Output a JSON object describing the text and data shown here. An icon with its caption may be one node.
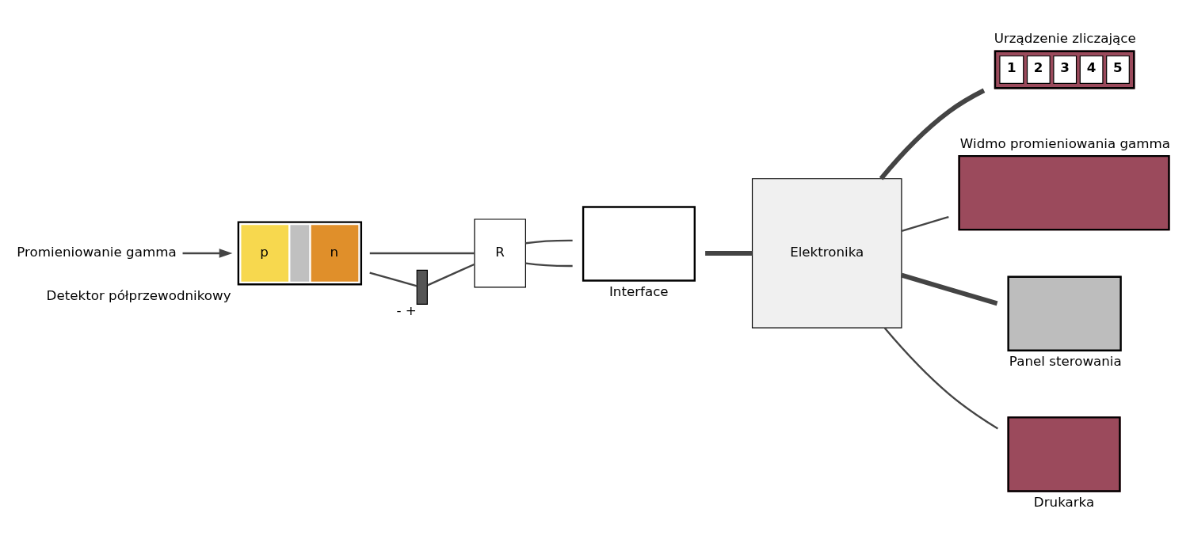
{
  "diagram": {
    "nodes": [
      {
        "text": [
          "Promieniowanie gamma"
        ]
      },
      {
        "text": [
          "p",
          "n"
        ],
        "beside": [
          "Detektor półprzewodnikowy"
        ]
      },
      {
        "text": [
          "R"
        ]
      },
      {
        "text": [],
        "shape": "battery",
        "beside": [
          "-",
          "+"
        ]
      },
      {
        "text": [
          "Interface"
        ]
      },
      {
        "text": [
          "Elektronika"
        ]
      },
      {
        "text": [
          "Urządzenie zliczające",
          "1",
          "2",
          "3",
          "4",
          "5"
        ]
      },
      {
        "text": [
          "Widmo promieniowania gamma"
        ]
      },
      {
        "text": [
          "Panel sterowania"
        ]
      },
      {
        "text": [
          "Drukarka"
        ]
      }
    ],
    "edges": [
      {
        "from": 0,
        "to": 1,
        "arrow": "to"
      },
      {
        "from": 1,
        "to": 2,
        "arrow": "none"
      },
      {
        "from": 1,
        "to": 3,
        "arrow": "none"
      },
      {
        "from": 3,
        "to": 2,
        "arrow": "none"
      },
      {
        "from": 2,
        "to": 4,
        "arrow": "none"
      },
      {
        "from": 2,
        "to": 4,
        "arrow": "none"
      },
      {
        "from": 4,
        "to": 5,
        "arrow": "none",
        "style": "thick"
      },
      {
        "from": 5,
        "to": 6,
        "arrow": "none",
        "style": "thick"
      },
      {
        "from": 5,
        "to": 7,
        "arrow": "none"
      },
      {
        "from": 5,
        "to": 8,
        "arrow": "none",
        "style": "thick"
      },
      {
        "from": 5,
        "to": 9,
        "arrow": "none"
      }
    ]
  }
}
